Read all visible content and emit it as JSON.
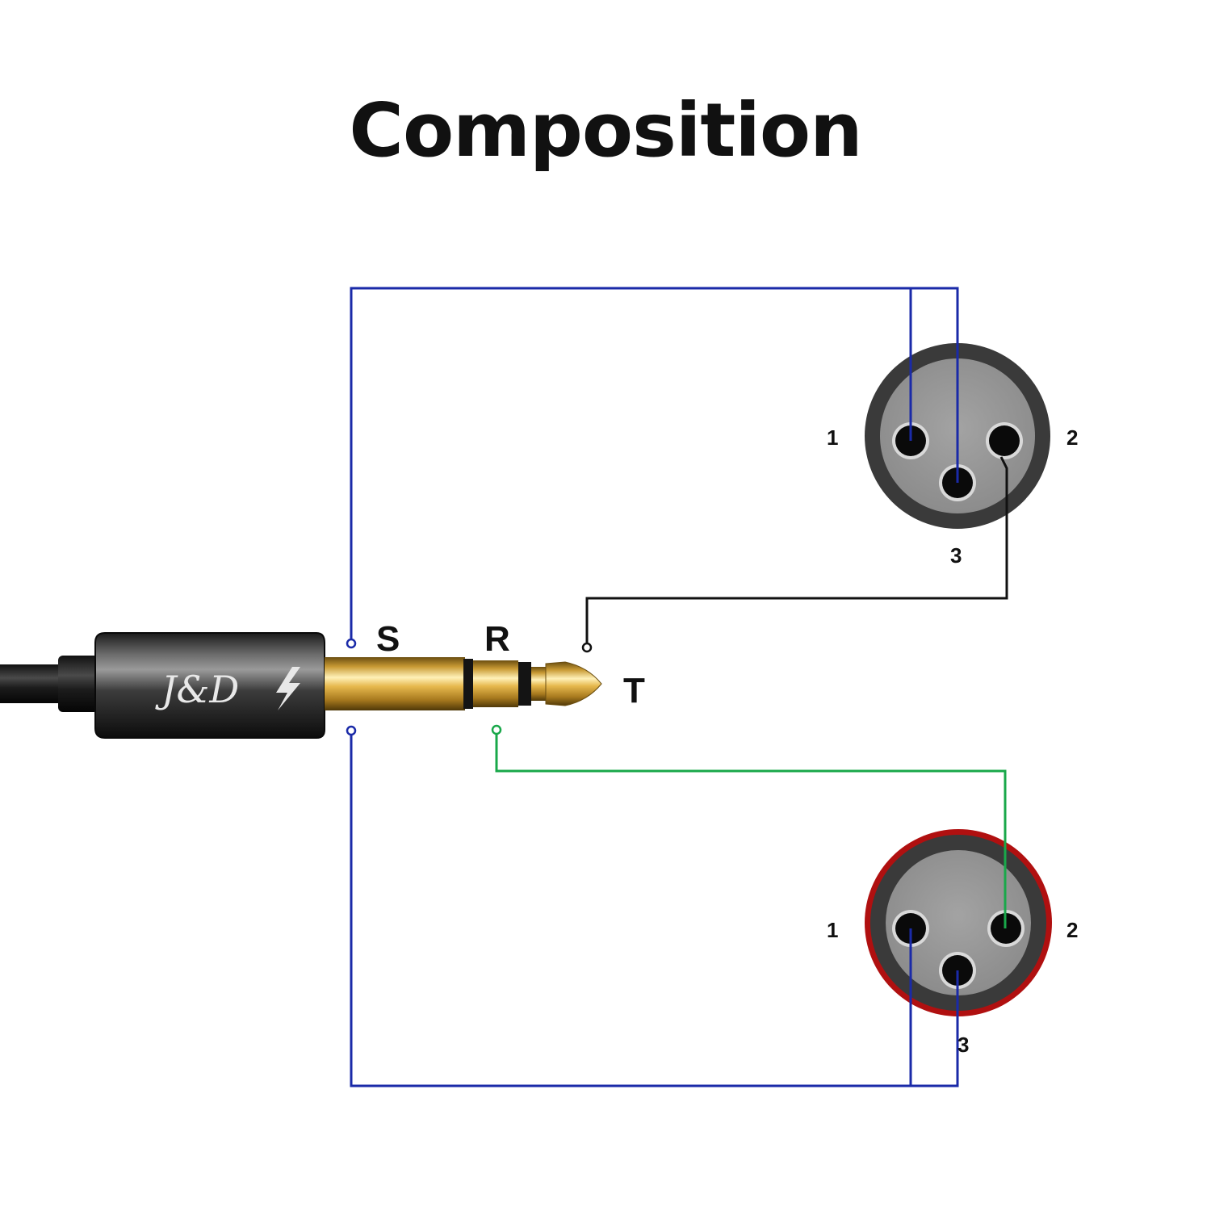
{
  "title": "Composition",
  "jack": {
    "brand_logo": "J&D",
    "sleeve_label": "S",
    "ring_label": "R",
    "tip_label": "T"
  },
  "xlr_top": {
    "pin1_label": "1",
    "pin2_label": "2",
    "pin3_label": "3",
    "ring_color": "#3a3a3a"
  },
  "xlr_bottom": {
    "pin1_label": "1",
    "pin2_label": "2",
    "pin3_label": "3",
    "ring_color": "#b01010"
  },
  "wire_colors": {
    "sleeve": "#1a2aa8",
    "ring": "#19a84a",
    "tip": "#111111"
  }
}
